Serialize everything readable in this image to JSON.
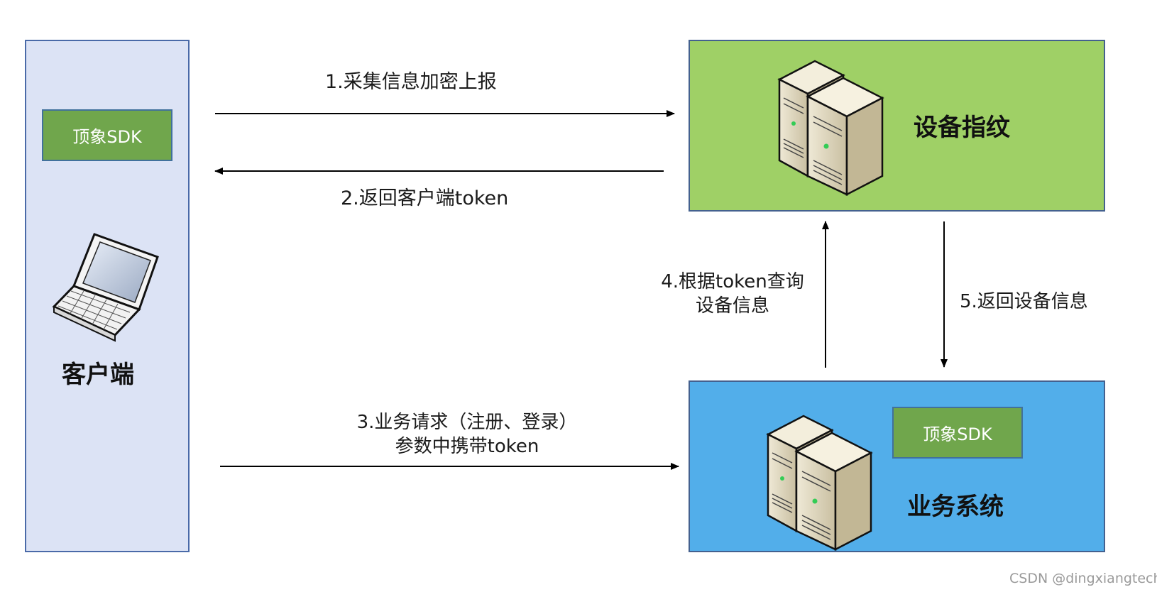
{
  "client": {
    "title": "客户端",
    "sdk_label": "顶象SDK"
  },
  "device_fingerprint": {
    "title": "设备指纹"
  },
  "business_system": {
    "title": "业务系统",
    "sdk_label": "顶象SDK"
  },
  "steps": {
    "step1": "1.采集信息加密上报",
    "step2": "2.返回客户端token",
    "step3_line1": "3.业务请求（注册、登录）",
    "step3_line2": "参数中携带token",
    "step4_line1": "4.根据token查询",
    "step4_line2": "设备信息",
    "step5": "5.返回设备信息"
  },
  "watermark": "CSDN @dingxiangtech",
  "icons": {
    "laptop": "laptop-icon",
    "server": "server-icon"
  },
  "colors": {
    "client_panel": "#dce3f5",
    "sdk_box": "#70a64c",
    "fingerprint_panel": "#9fd066",
    "business_panel": "#52aeea"
  }
}
